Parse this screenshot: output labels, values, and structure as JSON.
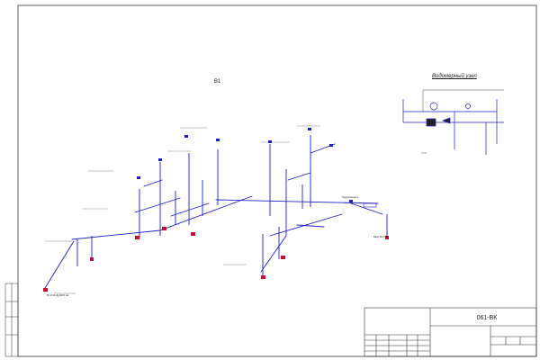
{
  "sheet": {
    "system_label": "В1",
    "unit_title": "Водомерный узел",
    "title_code": "061-ВК"
  },
  "labels": {
    "stub_left": "В1 d=20 Ду20/15 мм",
    "stub_right": "Подключение к",
    "inlet": "Ввод В1 (ПЭ)"
  },
  "colors": {
    "pipe": "#2020c0",
    "fixture": "#c01030",
    "line": "#222222"
  }
}
